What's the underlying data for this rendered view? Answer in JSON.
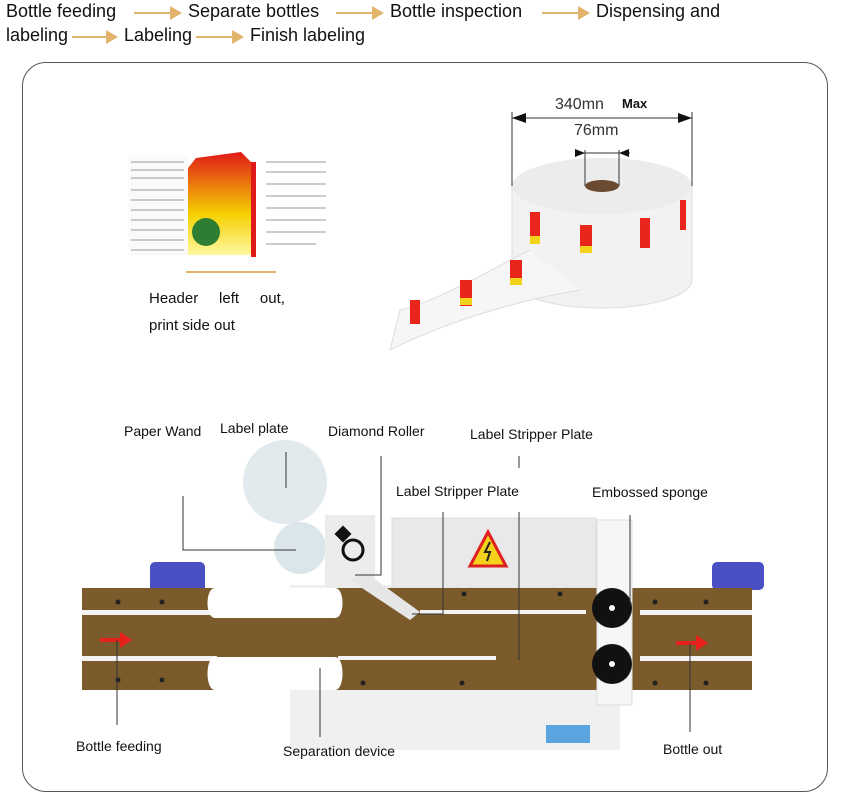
{
  "flow": {
    "steps": [
      "Bottle feeding",
      "Separate bottles",
      "Bottle inspection",
      "Dispensing and",
      "labeling",
      "Labeling",
      "Finish labeling"
    ],
    "arrow_color": "#e2b46c"
  },
  "label_orientation": {
    "line1": "Header     left     out,",
    "line2": "print side out"
  },
  "roll": {
    "outer_diameter": "340mn",
    "max": "Max",
    "core_diameter": "76mm"
  },
  "machine": {
    "callouts": {
      "paper_wand": "Paper Wand",
      "label_plate": "Label plate",
      "diamond_roller": "Diamond Roller",
      "label_stripper_plate_top": "Label Stripper Plate",
      "label_stripper_plate": "Label Stripper Plate",
      "embossed_sponge": "Embossed sponge",
      "bottle_feeding": "Bottle feeding",
      "separation_device": "Separation device",
      "bottle_out": "Bottle out"
    },
    "colors": {
      "conveyor": "#7b5a2c",
      "motor": "#4b4fc4",
      "direction_arrow": "#e8201c",
      "warning": "#f2d21a"
    }
  }
}
